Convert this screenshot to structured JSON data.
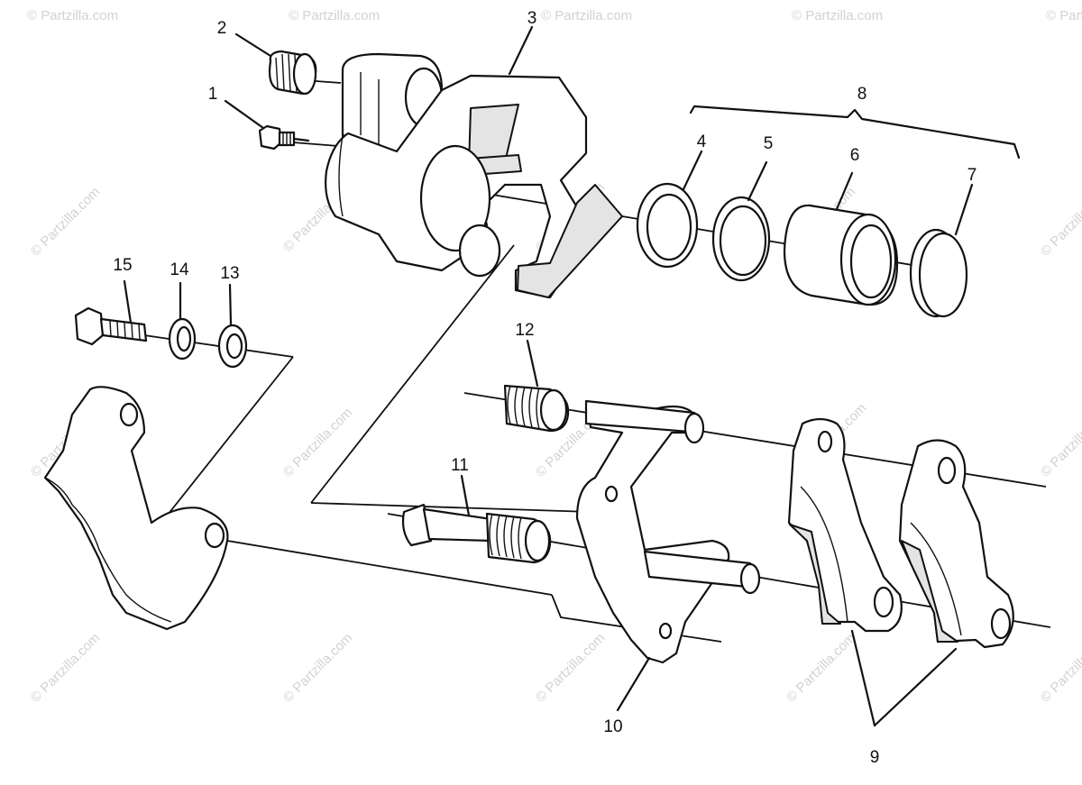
{
  "watermark": "© Partzilla.com",
  "callouts": [
    "1",
    "2",
    "3",
    "4",
    "5",
    "6",
    "7",
    "8",
    "9",
    "10",
    "11",
    "12",
    "13",
    "14",
    "15"
  ]
}
